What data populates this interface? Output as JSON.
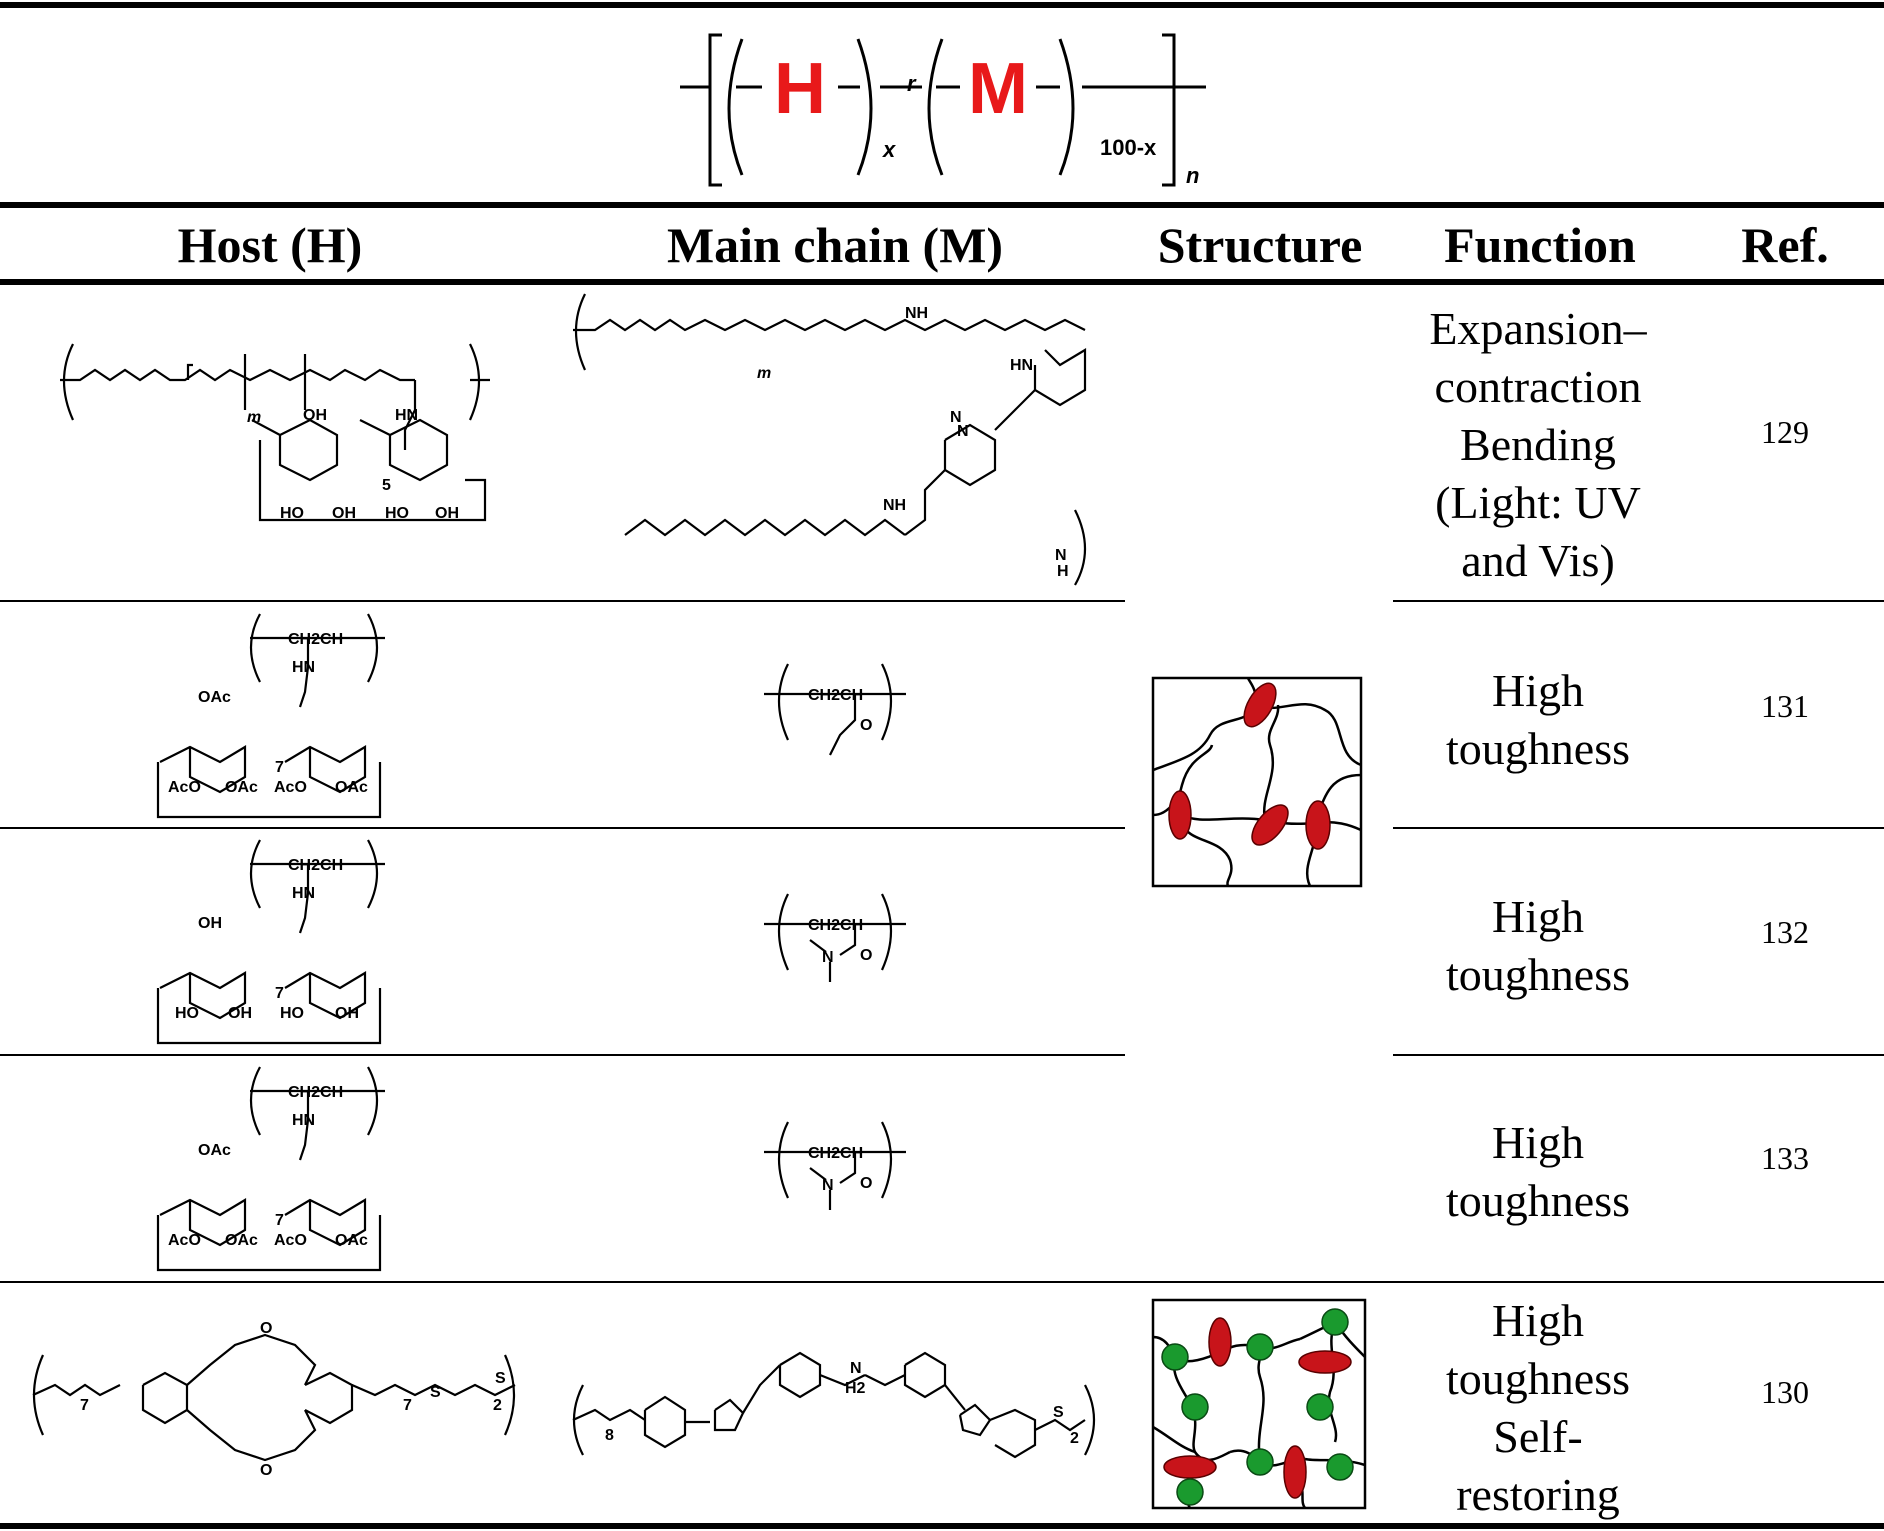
{
  "formula": {
    "h_label": "H",
    "m_label": "M",
    "sub_x": "x",
    "sub_r": "r",
    "sub_100x": "100-x",
    "sub_n": "n",
    "color_hm": "#e8191a"
  },
  "headers": {
    "host": "Host (H)",
    "main": "Main chain (M)",
    "structure": "Structure",
    "function": "Function",
    "ref": "Ref."
  },
  "rows": [
    {
      "function_lines": [
        "Expansion–",
        "contraction",
        "Bending",
        "(Light: UV",
        "and Vis)"
      ],
      "ref": "129"
    },
    {
      "function_lines": [
        "High",
        "toughness"
      ],
      "ref": "131"
    },
    {
      "function_lines": [
        "High",
        "toughness"
      ],
      "ref": "132"
    },
    {
      "function_lines": [
        "High",
        "toughness"
      ],
      "ref": "133"
    },
    {
      "function_lines": [
        "High",
        "toughness",
        "Self-",
        "restoring"
      ],
      "ref": "130"
    }
  ],
  "chem_labels": {
    "oac": "OAc",
    "aco": "AcO",
    "oh": "OH",
    "ho": "HO",
    "hn": "HN",
    "nh": "NH",
    "h": "H",
    "n": "N",
    "o": "O",
    "s": "S",
    "ch2ch": "CH2CH",
    "sub7": "7",
    "sub5": "5",
    "sub8": "8",
    "sub2": "2",
    "subm": "m",
    "nh2": "H2"
  },
  "colors": {
    "red_bead": "#c8141a",
    "green_bead": "#1a9a2e"
  }
}
